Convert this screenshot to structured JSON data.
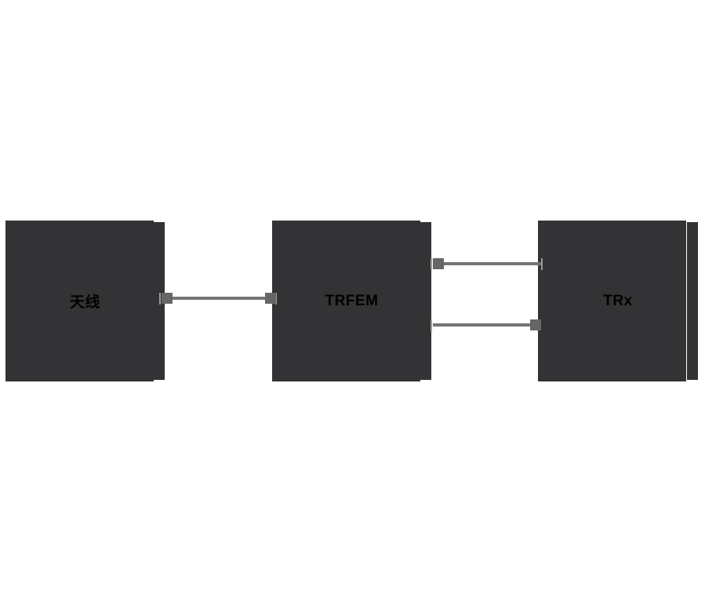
{
  "diagram": {
    "type": "block-diagram",
    "background_color": "#ffffff",
    "node_fill_color": "#333335",
    "node_label_color": "#000000",
    "connector_color": "#747474",
    "endpoint_handle_color": "#666666",
    "connection_tick_color": "#9a9a9a",
    "nodes": [
      {
        "id": "antenna",
        "label": "天线"
      },
      {
        "id": "trfem",
        "label": "TRFEM"
      },
      {
        "id": "trx",
        "label": "TRx"
      }
    ],
    "edges": [
      {
        "from": "antenna",
        "to": "trfem",
        "lane": "middle"
      },
      {
        "from": "trfem",
        "to": "trx",
        "lane": "upper"
      },
      {
        "from": "trfem",
        "to": "trx",
        "lane": "lower"
      }
    ]
  }
}
